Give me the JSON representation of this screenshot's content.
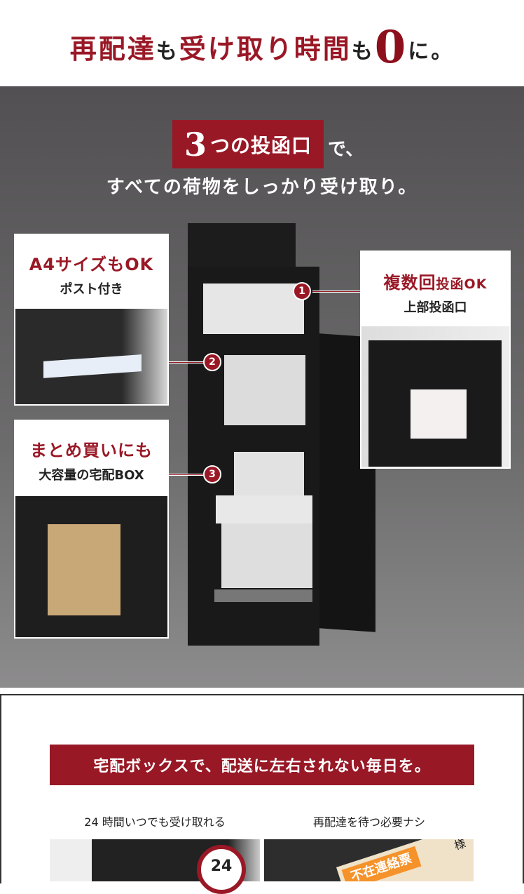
{
  "hero": {
    "part1": "再配達",
    "mo1": "も",
    "part2": "受け取り時間",
    "mo2": "も",
    "zero": "0",
    "end": "に。"
  },
  "feature": {
    "num": "3",
    "label": "つの投函口",
    "suffix": "で、",
    "subline": "すべての荷物をしっかり受け取り。"
  },
  "cards": [
    {
      "title": "A4サイズもOK",
      "subtitle": "ポスト付き",
      "callout": "2"
    },
    {
      "title": "まとめ買いにも",
      "subtitle": "大容量の宅配BOX",
      "callout": "3"
    },
    {
      "title_a": "複数回",
      "title_b": "投函OK",
      "subtitle": "上部投函口",
      "callout": "1"
    }
  ],
  "bottom": {
    "banner": "宅配ボックスで、配送に左右されない毎日を。",
    "captions": [
      "24 時間いつでも受け取れる",
      "再配達を待つ必要ナシ"
    ],
    "badge": "24",
    "slip": "不在連絡票",
    "slip_name": "様"
  },
  "colors": {
    "accent": "#9a1826"
  }
}
